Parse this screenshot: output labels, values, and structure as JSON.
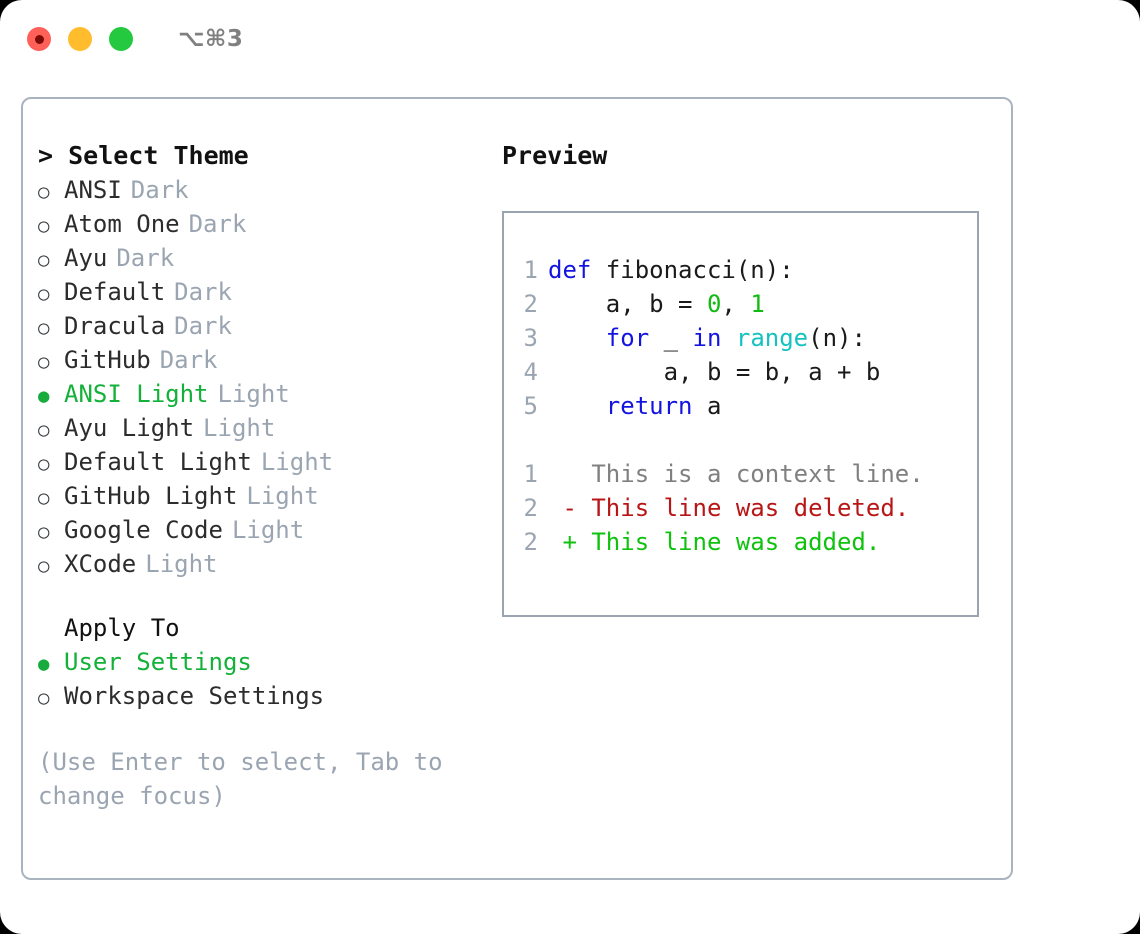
{
  "titlebar": {
    "lights": [
      {
        "name": "close",
        "color": "#ff6159"
      },
      {
        "name": "minimize",
        "color": "#ffbd2e"
      },
      {
        "name": "maximize",
        "color": "#25c940"
      }
    ],
    "shortcut": "⌥⌘3"
  },
  "left": {
    "heading": "> Select Theme",
    "themes": [
      {
        "name": "ANSI",
        "kind": "Dark",
        "selected": false,
        "bullet": "○"
      },
      {
        "name": "Atom One",
        "kind": "Dark",
        "selected": false,
        "bullet": "○"
      },
      {
        "name": "Ayu",
        "kind": "Dark",
        "selected": false,
        "bullet": "○"
      },
      {
        "name": "Default",
        "kind": "Dark",
        "selected": false,
        "bullet": "○"
      },
      {
        "name": "Dracula",
        "kind": "Dark",
        "selected": false,
        "bullet": "○"
      },
      {
        "name": "GitHub",
        "kind": "Dark",
        "selected": false,
        "bullet": "○"
      },
      {
        "name": "ANSI Light",
        "kind": "Light",
        "selected": true,
        "bullet": "●"
      },
      {
        "name": "Ayu Light",
        "kind": "Light",
        "selected": false,
        "bullet": "○"
      },
      {
        "name": "Default Light",
        "kind": "Light",
        "selected": false,
        "bullet": "○"
      },
      {
        "name": "GitHub Light",
        "kind": "Light",
        "selected": false,
        "bullet": "○"
      },
      {
        "name": "Google Code",
        "kind": "Light",
        "selected": false,
        "bullet": "○"
      },
      {
        "name": "XCode",
        "kind": "Light",
        "selected": false,
        "bullet": "○"
      }
    ],
    "apply_heading": "Apply To",
    "apply_options": [
      {
        "name": "User Settings",
        "selected": true,
        "bullet": "●"
      },
      {
        "name": "Workspace Settings",
        "selected": false,
        "bullet": "○"
      }
    ],
    "hint": "(Use Enter to select, Tab to change focus)"
  },
  "right": {
    "preview_title": "Preview",
    "code": [
      {
        "no": "1",
        "tokens": [
          {
            "t": "def",
            "c": "kw"
          },
          {
            "t": " fibonacci(n):",
            "c": "plain"
          }
        ]
      },
      {
        "no": "2",
        "tokens": [
          {
            "t": "    a, b = ",
            "c": "plain"
          },
          {
            "t": "0",
            "c": "num"
          },
          {
            "t": ", ",
            "c": "plain"
          },
          {
            "t": "1",
            "c": "num"
          }
        ]
      },
      {
        "no": "3",
        "tokens": [
          {
            "t": "    ",
            "c": "plain"
          },
          {
            "t": "for",
            "c": "kw"
          },
          {
            "t": " _ ",
            "c": "plain"
          },
          {
            "t": "in",
            "c": "kw"
          },
          {
            "t": " ",
            "c": "plain"
          },
          {
            "t": "range",
            "c": "fn"
          },
          {
            "t": "(n):",
            "c": "plain"
          }
        ]
      },
      {
        "no": "4",
        "tokens": [
          {
            "t": "        a, b = b, a + b",
            "c": "plain"
          }
        ]
      },
      {
        "no": "5",
        "tokens": [
          {
            "t": "    ",
            "c": "plain"
          },
          {
            "t": "return",
            "c": "kw"
          },
          {
            "t": " a",
            "c": "plain"
          }
        ]
      }
    ],
    "diff": [
      {
        "no": "1",
        "marker": " ",
        "text": " This is a context line.",
        "kind": "ctx"
      },
      {
        "no": "2",
        "marker": "-",
        "text": " This line was deleted.",
        "kind": "del"
      },
      {
        "no": "2",
        "marker": "+",
        "text": " This line was added.",
        "kind": "add"
      }
    ]
  },
  "colors": {
    "accent_green": "#13b13a",
    "muted_gray": "#9aa5b1",
    "keyword_blue": "#1414e0",
    "function_cyan": "#16c1c1",
    "number_green": "#11bb11",
    "diff_delete_red": "#b81616",
    "diff_add_green": "#0ec20e",
    "border": "#aab4c0"
  }
}
